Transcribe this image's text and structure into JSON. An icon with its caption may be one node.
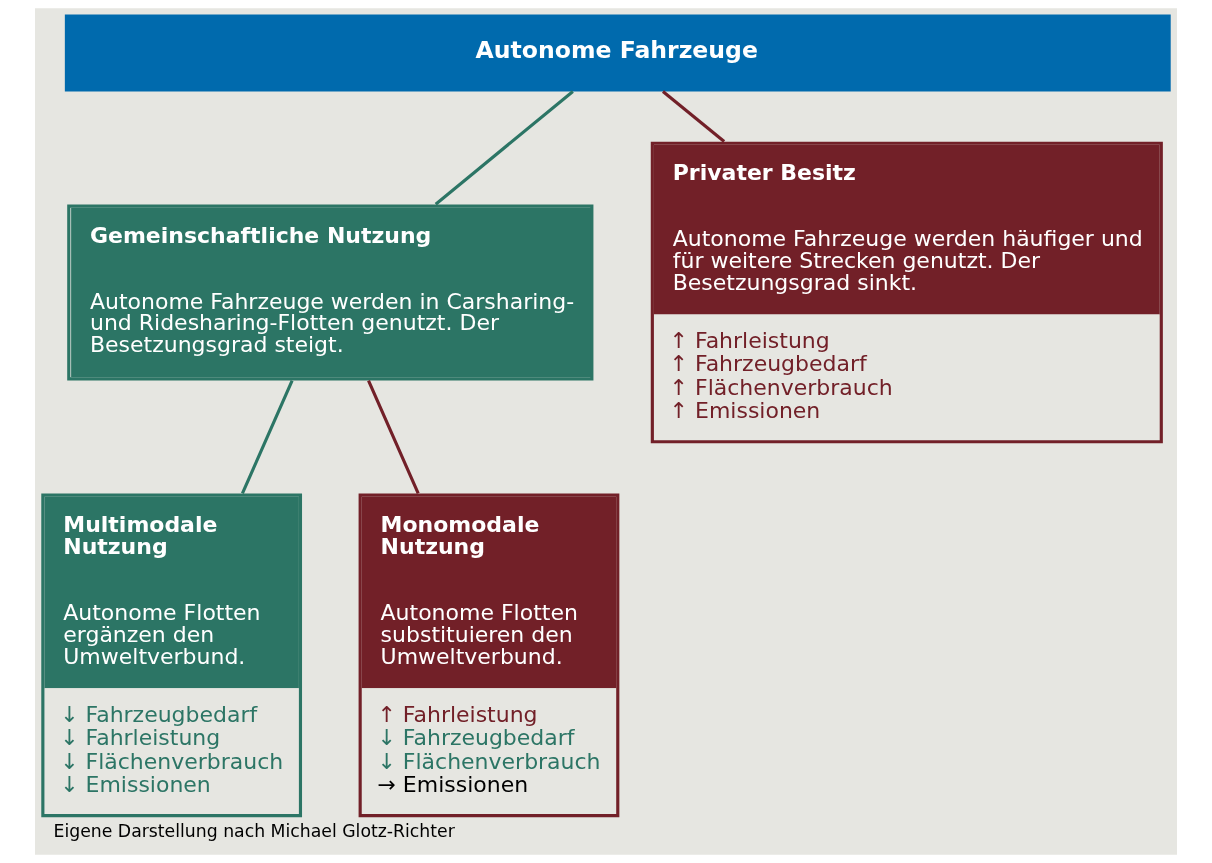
{
  "diagram": {
    "caption": "Eigene Darstellung nach Michael Glotz-Richter",
    "nodes": [
      {
        "text": [
          "Autonome Fahrzeuge"
        ]
      },
      {
        "text": [
          "Gemeinschaftliche Nutzung",
          "Autonome Fahrzeuge werden in Carsharing- und Ridesharing-Flotten genutzt. Der Besetzungsgrad steigt."
        ]
      },
      {
        "text": [
          "Privater Besitz",
          "Autonome Fahrzeuge werden häufiger und für weitere Strecken genutzt. Der Besetzungsgrad sinkt.",
          "↑ Fahrleistung",
          "↑ Fahrzeugbedarf",
          "↑ Flächenverbrauch",
          "↑ Emissionen"
        ]
      },
      {
        "text": [
          "Multimodale Nutzung",
          "Autonome Flotten ergänzen den Umweltverbund.",
          "↓ Fahrzeugbedarf",
          "↓ Fahrleistung",
          "↓ Flächenverbrauch",
          "↓ Emissionen"
        ]
      },
      {
        "text": [
          "Monomodale Nutzung",
          "Autonome Flotten substituieren den Umweltverbund.",
          "↑ Fahrleistung",
          "↓ Fahrzeugbedarf",
          "↓ Flächenverbrauch",
          "→ Emissionen"
        ]
      }
    ],
    "edges": [
      {
        "from": 0,
        "to": 1,
        "arrow": "none"
      },
      {
        "from": 0,
        "to": 2,
        "arrow": "none",
        "color": "#722028"
      },
      {
        "from": 1,
        "to": 3,
        "arrow": "none"
      },
      {
        "from": 1,
        "to": 4,
        "arrow": "none",
        "color": "#722028"
      }
    ]
  }
}
